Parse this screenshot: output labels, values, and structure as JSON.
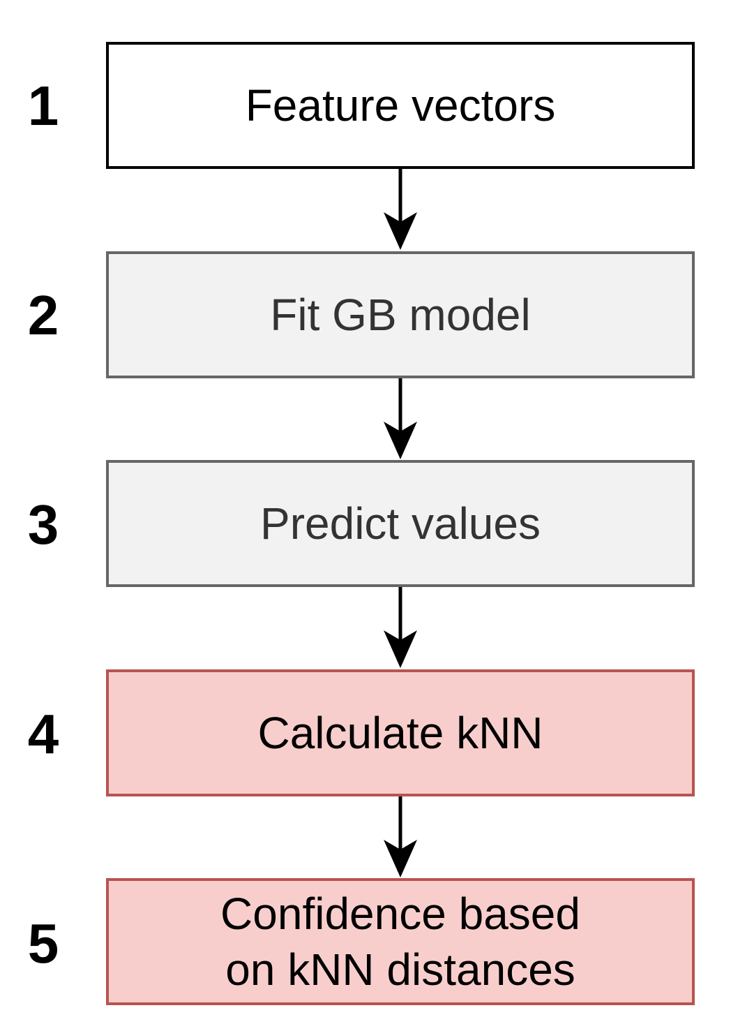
{
  "steps": [
    {
      "number": "1",
      "label": "Feature vectors",
      "style": "plain"
    },
    {
      "number": "2",
      "label": "Fit GB model",
      "style": "gray"
    },
    {
      "number": "3",
      "label": "Predict values",
      "style": "gray"
    },
    {
      "number": "4",
      "label": "Calculate kNN",
      "style": "red"
    },
    {
      "number": "5",
      "label": "Confidence based on kNN distances",
      "style": "red"
    }
  ],
  "colors": {
    "plain_fill": "#ffffff",
    "plain_stroke": "#000000",
    "gray_fill": "#f2f2f2",
    "gray_stroke": "#666666",
    "red_fill": "#f8cecc",
    "red_stroke": "#b85450",
    "arrow": "#000000"
  }
}
